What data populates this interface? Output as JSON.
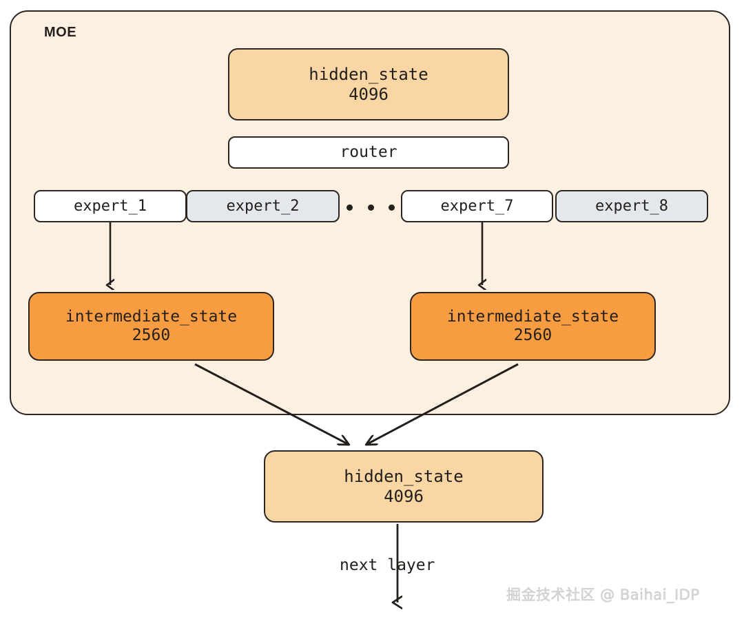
{
  "diagram": {
    "title": "MOE",
    "container": {
      "label": "MOE"
    },
    "nodes": {
      "hidden_state_top": {
        "name": "hidden_state",
        "dim": "4096"
      },
      "router": {
        "label": "router"
      },
      "experts": [
        {
          "label": "expert_1",
          "state": "active"
        },
        {
          "label": "expert_2",
          "state": "inactive"
        },
        {
          "label": "expert_7",
          "state": "active"
        },
        {
          "label": "expert_8",
          "state": "inactive"
        }
      ],
      "ellipsis": "...",
      "intermediate_left": {
        "name": "intermediate_state",
        "dim": "2560"
      },
      "intermediate_right": {
        "name": "intermediate_state",
        "dim": "2560"
      },
      "hidden_state_bottom": {
        "name": "hidden_state",
        "dim": "4096"
      }
    },
    "edges": {
      "next_layer_label": "next layer"
    },
    "watermark": "掘金技术社区 @ Baihai_IDP",
    "colors": {
      "container_fill": "#fdf0e0",
      "hidden_state_fill": "#fad6a5",
      "intermediate_fill": "#f89c42",
      "expert_active_fill": "#ffffff",
      "expert_inactive_fill": "#e4e7ec",
      "stroke": "#2b2622",
      "watermark": "#d8d8d8"
    }
  }
}
